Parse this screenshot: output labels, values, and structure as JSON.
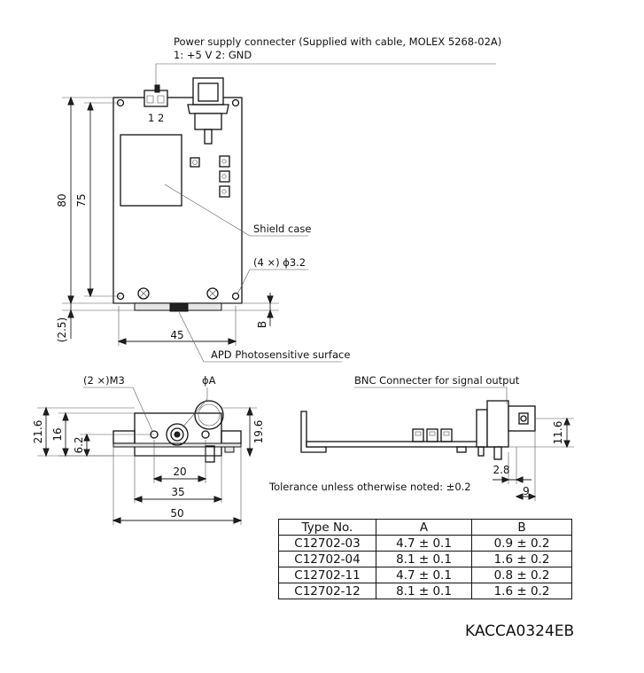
{
  "annotations": {
    "power_connector_title": "Power supply connecter (Supplied with cable, MOLEX 5268-02A)",
    "power_connector_pins": "1: +5 V   2: GND",
    "pin_numbers": "1 2",
    "shield_case": "Shield case",
    "mount_holes": "(4 ×) ϕ3.2",
    "apd_surface": "APD Photosensitive surface",
    "screw_holes": "(2 ×)M3",
    "phi_a": "ϕA",
    "bnc_connector": "BNC Connecter for signal output",
    "tolerance_note": "Tolerance unless otherwise noted: ±0.2",
    "drawing_code": "KACCA0324EB"
  },
  "dimensions": {
    "height_80": "80",
    "height_75": "75",
    "offset_2_5": "(2.5)",
    "width_45": "45",
    "dim_b": "B",
    "height_21_6": "21.6",
    "height_16": "16",
    "height_6_2": "6.2",
    "height_19_6": "19.6",
    "width_20": "20",
    "width_35": "35",
    "width_50": "50",
    "height_11_6": "11.6",
    "width_2_8": "2.8",
    "width_9": "9"
  },
  "table": {
    "headers": [
      "Type No.",
      "A",
      "B"
    ],
    "rows": [
      [
        "C12702-03",
        "4.7 ± 0.1",
        "0.9 ± 0.2"
      ],
      [
        "C12702-04",
        "8.1 ± 0.1",
        "1.6 ± 0.2"
      ],
      [
        "C12702-11",
        "4.7 ± 0.1",
        "0.8 ± 0.2"
      ],
      [
        "C12702-12",
        "8.1 ± 0.1",
        "1.6 ± 0.2"
      ]
    ]
  }
}
